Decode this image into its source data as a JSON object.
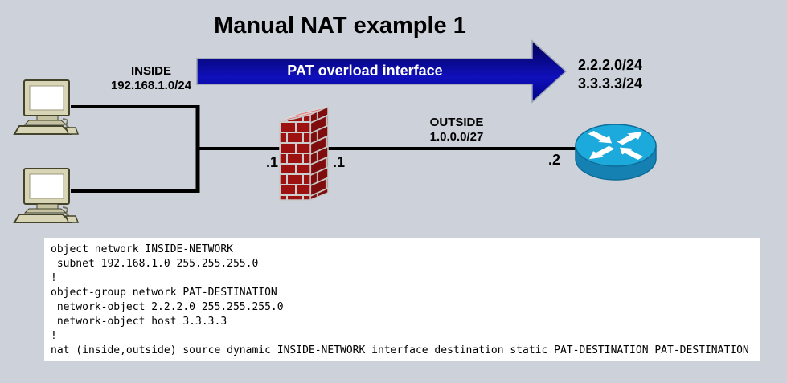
{
  "title": "Manual NAT example 1",
  "diagram": {
    "inside": {
      "label": "INSIDE",
      "subnet": "192.168.1.0/24"
    },
    "flow_arrow": {
      "label": "PAT overload interface"
    },
    "nat_destinations": [
      "2.2.2.0/24",
      "3.3.3.3/24"
    ],
    "outside": {
      "label": "OUTSIDE",
      "subnet": "1.0.0.0/27"
    },
    "interface_ips": {
      "firewall_inside": ".1",
      "firewall_outside": ".1",
      "router_outside": ".2"
    },
    "icons": {
      "hosts": "workstation-icon",
      "firewall": "firewall-icon",
      "router": "router-icon",
      "arrow": "flow-arrow"
    }
  },
  "config": {
    "lines": [
      "object network INSIDE-NETWORK",
      " subnet 192.168.1.0 255.255.255.0",
      "!",
      "object-group network PAT-DESTINATION",
      " network-object 2.2.2.0 255.255.255.0",
      " network-object host 3.3.3.3",
      "!",
      "nat (inside,outside) source dynamic INSIDE-NETWORK interface destination static PAT-DESTINATION PAT-DESTINATION"
    ]
  },
  "colors": {
    "background": "#cdd1d9",
    "arrow_blue": "#0000a0",
    "arrow_text": "#ffffff",
    "firewall_brick": "#9e1111",
    "router_cyan": "#1ca9dc",
    "wire": "#000000",
    "config_background": "#ffffff"
  }
}
